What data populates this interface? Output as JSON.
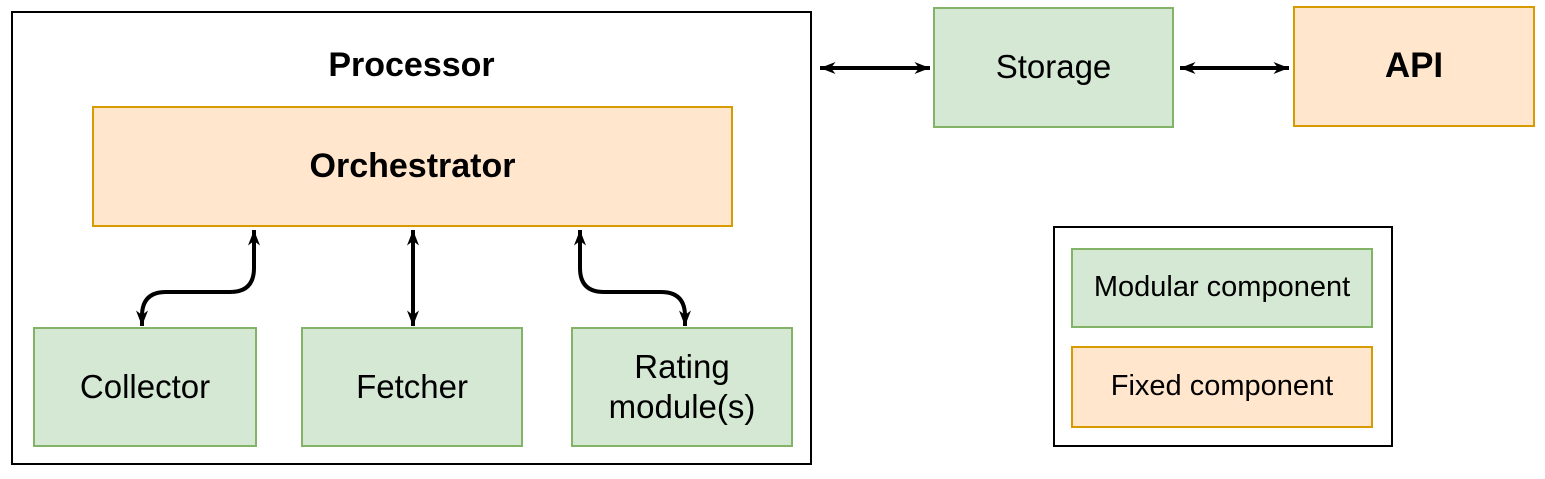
{
  "diagram": {
    "processor": {
      "title": "Processor",
      "orchestrator": {
        "label": "Orchestrator"
      },
      "modules": [
        {
          "label": "Collector"
        },
        {
          "label": "Fetcher"
        },
        {
          "label": "Rating module(s)"
        }
      ]
    },
    "storage": {
      "label": "Storage"
    },
    "api": {
      "label": "API"
    },
    "legend": {
      "items": [
        {
          "label": "Modular component",
          "type": "modular"
        },
        {
          "label": "Fixed component",
          "type": "fixed"
        }
      ]
    },
    "connections": [
      {
        "from": "Orchestrator",
        "to": "Collector",
        "bidirectional": true
      },
      {
        "from": "Orchestrator",
        "to": "Fetcher",
        "bidirectional": true
      },
      {
        "from": "Orchestrator",
        "to": "Rating module(s)",
        "bidirectional": true
      },
      {
        "from": "Processor",
        "to": "Storage",
        "bidirectional": true
      },
      {
        "from": "Storage",
        "to": "API",
        "bidirectional": true
      }
    ]
  },
  "colors": {
    "modular_fill": "#d5e8d4",
    "modular_stroke": "#82b366",
    "fixed_fill": "#ffe6cc",
    "fixed_stroke": "#d79b00",
    "arrow": "#000000",
    "frame": "#000000",
    "background": "#ffffff",
    "text": "#000000"
  }
}
